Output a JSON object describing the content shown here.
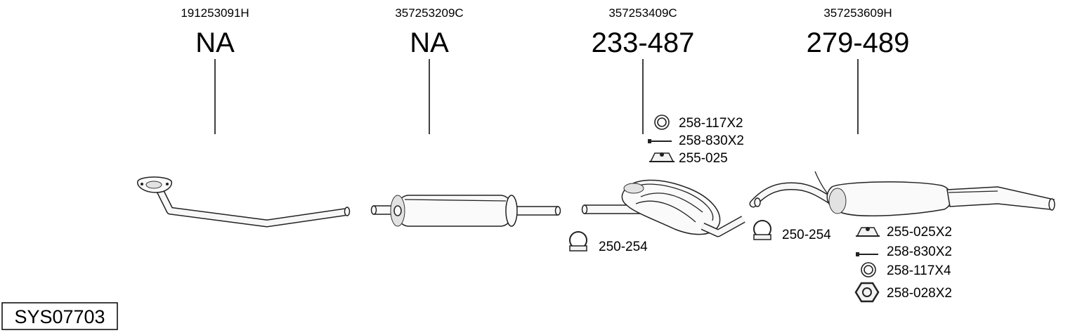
{
  "columns": [
    {
      "oem": "191253091H",
      "number": "NA"
    },
    {
      "oem": "357253209C",
      "number": "NA"
    },
    {
      "oem": "357253409C",
      "number": "233-487"
    },
    {
      "oem": "357253609H",
      "number": "279-489"
    }
  ],
  "accessories_upper": [
    {
      "icon": "ring-gasket-icon",
      "label": "258-117X2"
    },
    {
      "icon": "bolt-icon",
      "label": "258-830X2"
    },
    {
      "icon": "rubber-mount-icon",
      "label": "255-025"
    }
  ],
  "clamp_middle": {
    "icon": "clamp-icon",
    "label": "250-254"
  },
  "clamp_rear": {
    "icon": "clamp-icon",
    "label": "250-254"
  },
  "accessories_lower": [
    {
      "icon": "rubber-mount-icon",
      "label": "255-025X2"
    },
    {
      "icon": "bolt-icon",
      "label": "258-830X2"
    },
    {
      "icon": "ring-gasket-icon",
      "label": "258-117X4"
    },
    {
      "icon": "hex-nut-icon",
      "label": "258-028X2"
    }
  ],
  "system_code": "SYS07703"
}
